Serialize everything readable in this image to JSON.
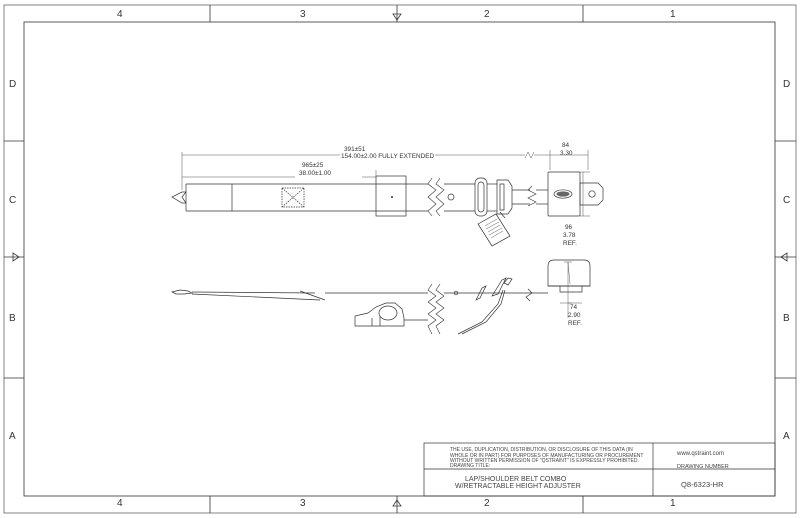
{
  "border": {
    "col_labels": [
      "4",
      "3",
      "2",
      "1"
    ],
    "row_labels": [
      "D",
      "C",
      "B",
      "A"
    ]
  },
  "dimensions": {
    "overall_mm": "391±51",
    "overall_in": "154.00±2.00  FULLY EXTENDED",
    "buckle_mm": "965±25",
    "buckle_in": "38.00±1.00",
    "retractor_w_mm": "84",
    "retractor_w_in": "3.30",
    "retractor_h_mm": "96",
    "retractor_h_in": "3.78",
    "retractor_h_ref": "REF.",
    "side_h_mm": "74",
    "side_h_in": "2.90",
    "side_h_ref": "REF."
  },
  "title_block": {
    "disclaimer_1": "THE USE, DUPLICATION, DISTRIBUTION, OR DISCLOSURE OF THIS DATA (IN",
    "disclaimer_2": "WHOLE OR IN PART) FOR PURPOSES OF MANUFACTURING OR PROCUREMENT",
    "disclaimer_3": "WITHOUT WRITTEN PERMISSION OF \"QSTRAINT\" IS EXPRESSLY PROHIBITED.",
    "website": "www.qstraint.com",
    "drawing_title_label": "DRAWING TITLE:",
    "drawing_number_label": "DRAWING NUMBER",
    "title_line_1": "LAP/SHOULDER BELT COMBO",
    "title_line_2": "W/RETRACTABLE HEIGHT ADJUSTER",
    "drawing_number": "Q8-6323-HR"
  }
}
